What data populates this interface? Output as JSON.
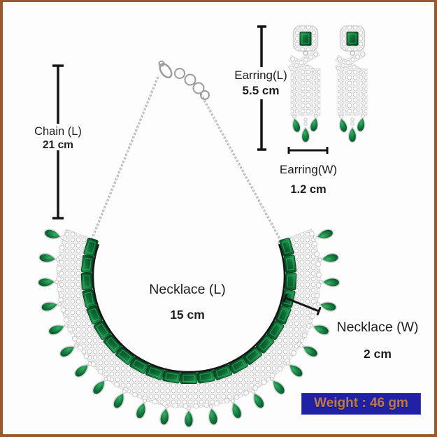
{
  "annotations": {
    "chain_length": {
      "label": "Chain (L)",
      "value": "21 cm"
    },
    "earring_length": {
      "label": "Earring(L)",
      "value": "5.5 cm"
    },
    "earring_width": {
      "label": "Earring(W)",
      "value": "1.2 cm"
    },
    "necklace_length": {
      "label": "Necklace (L)",
      "value": "15 cm"
    },
    "necklace_width": {
      "label": "Necklace (W)",
      "value": "2 cm"
    },
    "weight": {
      "label": "Weight : 46 gm"
    }
  },
  "colors": {
    "frame_border": "#9a592c",
    "badge_background": "#2121a6",
    "badge_text": "#bd7a48",
    "measure_line": "#151515",
    "emerald_light": "#2aa45c",
    "emerald_mid": "#0d6d34",
    "emerald_dark": "#053f1e",
    "silver": "#c2c2c2",
    "chain_gray": "#a9a9a9"
  }
}
